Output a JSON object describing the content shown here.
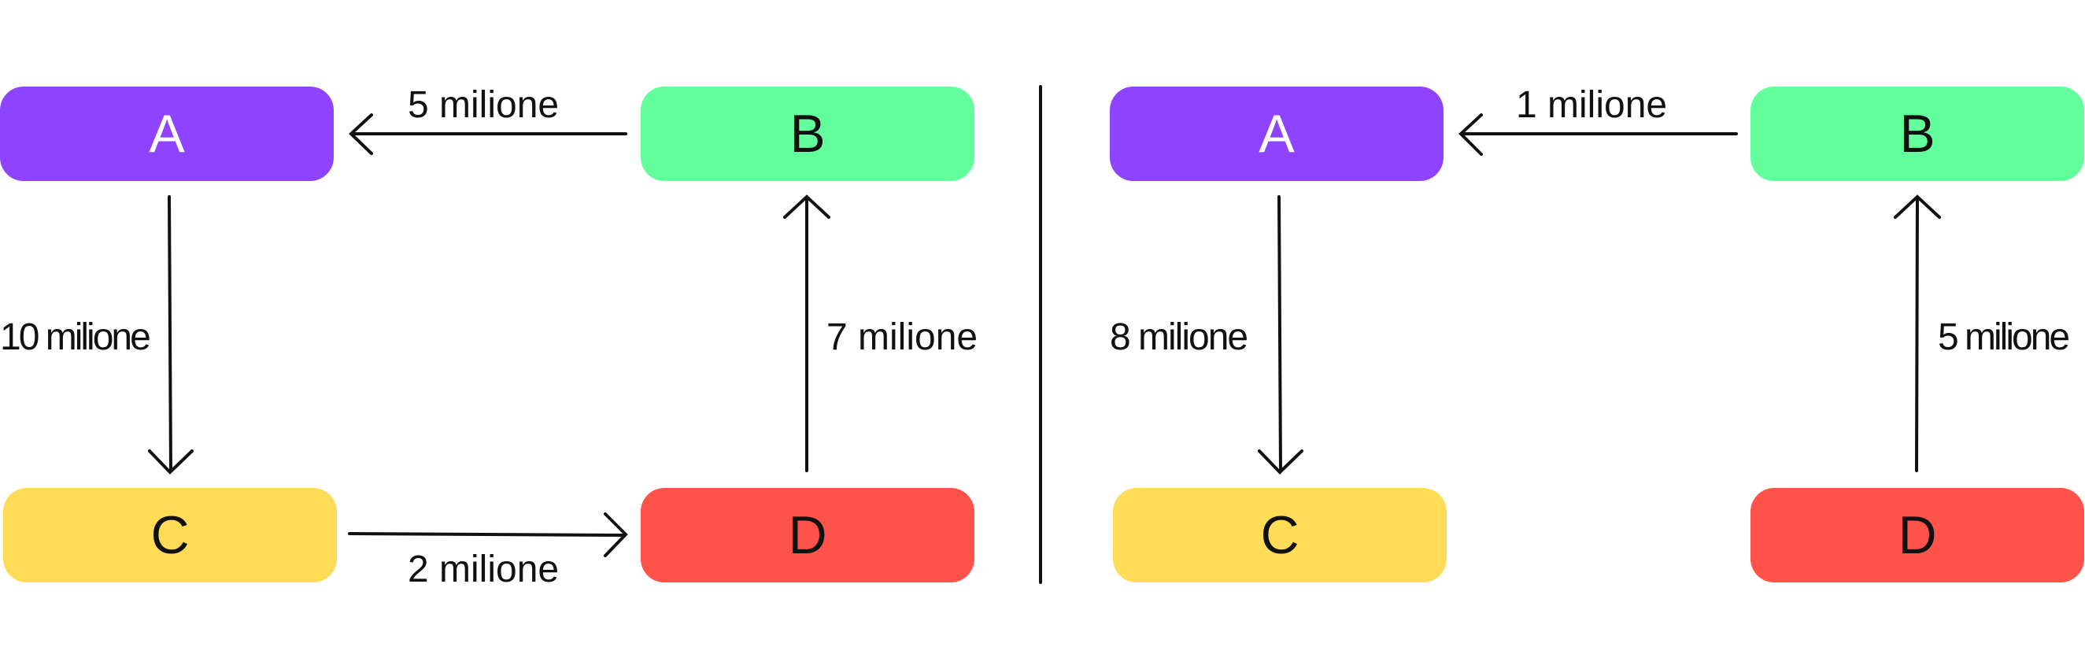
{
  "colors": {
    "A": "#8d43ff",
    "B": "#63ff9c",
    "C": "#ffdb58",
    "D": "#ff5349",
    "stroke": "#111111"
  },
  "left": {
    "nodes": {
      "A": "A",
      "B": "B",
      "C": "C",
      "D": "D"
    },
    "edges": {
      "b_to_a": "5 milione",
      "a_to_c": "10 milione",
      "c_to_d": "2 milione",
      "d_to_b": "7 milione"
    }
  },
  "right": {
    "nodes": {
      "A": "A",
      "B": "B",
      "C": "C",
      "D": "D"
    },
    "edges": {
      "b_to_a": "1 milione",
      "a_to_c": "8 milione",
      "d_to_b": "5 milione"
    }
  }
}
